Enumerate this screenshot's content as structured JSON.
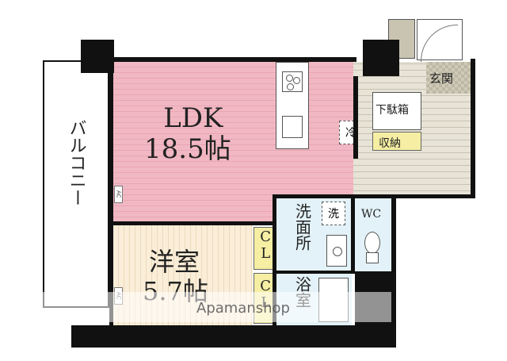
{
  "rooms": {
    "ldk": {
      "name": "LDK",
      "size": "18.5帖"
    },
    "yoshitsu": {
      "name": "洋室",
      "size": "5.7帖"
    },
    "balcony": {
      "name": "バルコニー"
    },
    "genkan": {
      "name": "玄関"
    },
    "shoes_box": {
      "name": "下駄箱"
    },
    "storage": {
      "name": "収納"
    },
    "washroom": {
      "name": "洗面所"
    },
    "bath": {
      "name": "浴室"
    },
    "wc": {
      "name": "WC"
    },
    "closet_1": {
      "name": "CL"
    },
    "closet_2": {
      "name": "CL"
    }
  },
  "fixtures": {
    "fridge": "冷",
    "washer": "洗",
    "aircon_1": "AC",
    "aircon_2": "AC"
  },
  "watermark": "Apamanshop",
  "colors": {
    "ldk_floor": "#f1b8c3",
    "yoshitsu_floor": "#fbeed8",
    "wet_area": "#e3f2f8",
    "storage": "#f5eea3",
    "entry": "#e7e3d7",
    "wall": "#111111"
  }
}
